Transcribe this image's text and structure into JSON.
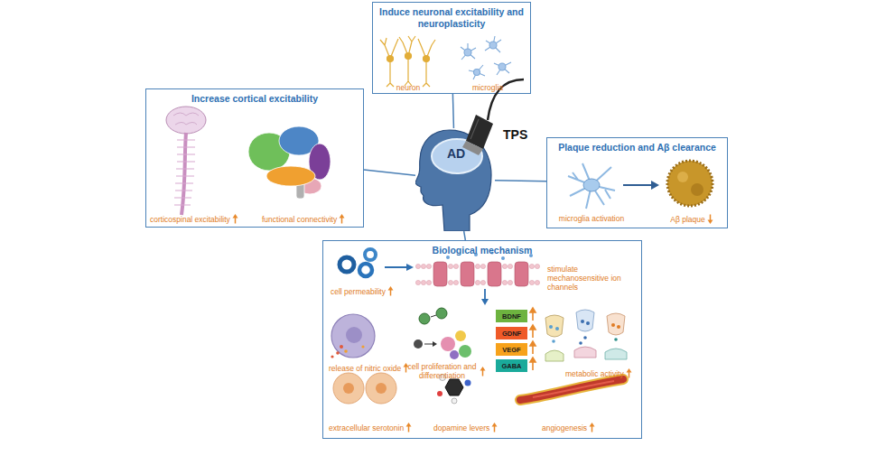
{
  "diagram": {
    "nodes": [
      {
        "text": [
          "Induce neuronal excitability and neuroplasticity"
        ]
      },
      {
        "text": [
          "Increase cortical excitability"
        ]
      },
      {
        "text": [
          "AD"
        ]
      },
      {
        "text": [
          "Plaque reduction and Aβ clearance"
        ]
      },
      {
        "text": [
          "Biological mechanism"
        ]
      },
      {
        "text": [
          "BDNF"
        ],
        "in": 4
      },
      {
        "text": [
          "GDNF"
        ],
        "in": 4
      },
      {
        "text": [
          "VEGF"
        ],
        "in": 4
      },
      {
        "text": [
          "GABA"
        ],
        "in": 4
      }
    ],
    "edges": [
      {
        "from": 2,
        "to": 0,
        "arrow": "none"
      },
      {
        "from": 2,
        "to": 1,
        "arrow": "none"
      },
      {
        "from": 2,
        "to": 3,
        "arrow": "none"
      },
      {
        "from": 2,
        "to": 4,
        "arrow": "none"
      }
    ],
    "labels": [
      "TPS",
      "neuron",
      "microglia",
      "corticospinal excitability",
      "functional connectivity",
      "microglia activation",
      "Aβ plaque",
      "cell permeability",
      "stimulate mechanosensitive ion channels",
      "release of nitric oxide",
      "cell proliferation and differentiation",
      "metabolic activity",
      "extracellular serotonin",
      "dopamine levers",
      "angiogenesis"
    ]
  }
}
